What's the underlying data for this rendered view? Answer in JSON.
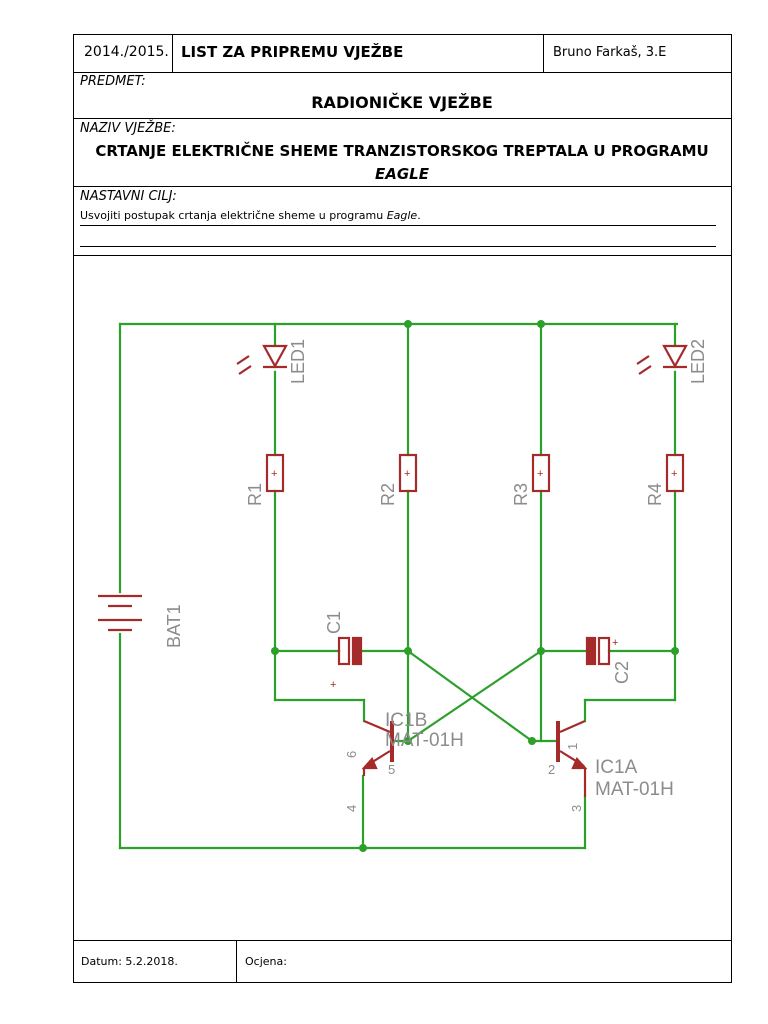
{
  "header": {
    "school_year": "2014./2015.",
    "sheet_title": "LIST ZA PRIPREMU VJEŽBE",
    "author": "Bruno Farkaš, 3.E"
  },
  "subject": {
    "label": "PREDMET:",
    "value": "RADIONIČKE VJEŽBE"
  },
  "exercise": {
    "label": "NAZIV VJEŽBE:",
    "value_line1": "CRTANJE ELEKTRIČNE SHEME TRANZISTORSKOG TREPTALA U PROGRAMU",
    "value_line2": "EAGLE"
  },
  "goal": {
    "label": "NASTAVNI CILJ:",
    "text_prefix": "Usvojiti postupak crtanja električne sheme u programu ",
    "text_italic": "Eagle",
    "text_suffix": "."
  },
  "schematic": {
    "wire_color": "#2ba02b",
    "part_color": "#a52a2a",
    "label_color": "#8c8c8c",
    "labels": {
      "led1": "LED1",
      "led2": "LED2",
      "r1": "R1",
      "r2": "R2",
      "r3": "R3",
      "r4": "R4",
      "bat1": "BAT1",
      "c1": "C1",
      "c2": "C2",
      "ic1b": "IC1B",
      "ic1b_part": "MAT-01H",
      "ic1a": "IC1A",
      "ic1a_part": "MAT-01H",
      "pin6": "6",
      "pin5": "5",
      "pin4": "4",
      "pin1": "1",
      "pin2": "2",
      "pin3": "3",
      "plus": "+"
    }
  },
  "footer": {
    "date_label": "Datum: 5.2.2018.",
    "grade_label": "Ocjena:"
  }
}
